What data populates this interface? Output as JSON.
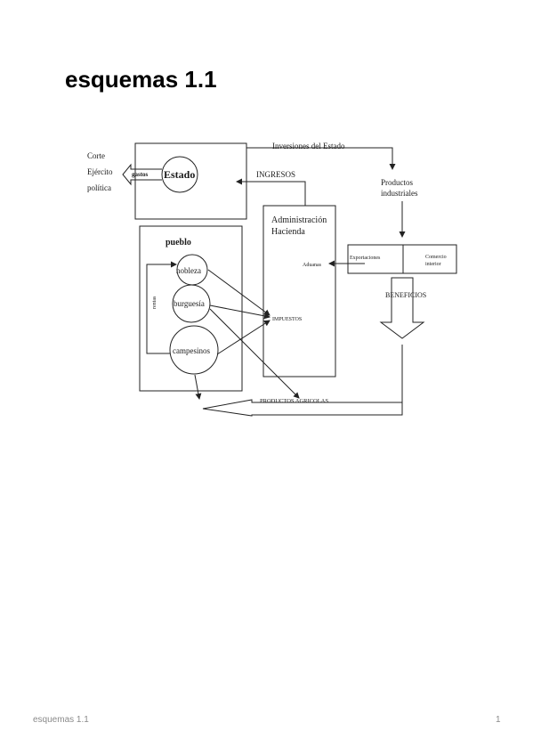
{
  "page": {
    "title": "esquemas 1.1",
    "footer_left": "esquemas 1.1",
    "footer_right": "1"
  },
  "diagram": {
    "nodes": {
      "corte": "Corte",
      "ejercito": "Ejército",
      "politica": "política",
      "gastos": "gastos",
      "estado": "Estado",
      "pueblo": "pueblo",
      "nobleza": "nobleza",
      "burguesia": "burguesía",
      "campesinos": "campesinos",
      "rentas": "rentas",
      "administracion": "Administración",
      "hacienda": "Hacienda",
      "aduanas": "Aduanas",
      "impuestos": "IMPUESTOS",
      "productos": "Productos",
      "industriales": "industriales",
      "exportaciones": "Exportaciones",
      "comercio": "Comercio",
      "interior": "interior"
    },
    "flows": {
      "inversiones": "Inversiones del Estado",
      "ingresos": "INGRESOS",
      "beneficios": "BENEFICIOS",
      "productos_agricolas": "PRODUCTOS AGRICOLAS"
    }
  },
  "colors": {
    "line": "#222222",
    "text": "#1a1a1a",
    "footer": "#8a8a8a"
  }
}
